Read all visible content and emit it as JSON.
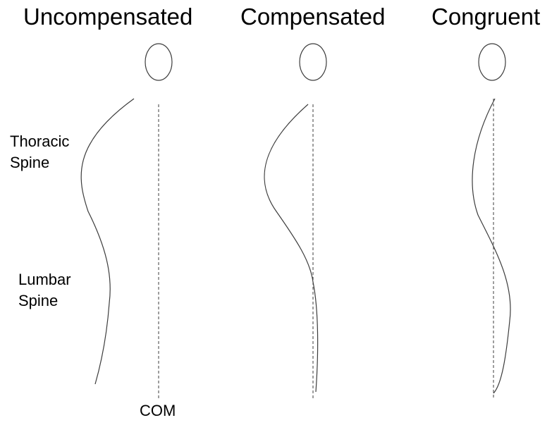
{
  "titles": {
    "uncompensated": "Uncompensated",
    "compensated": "Compensated",
    "congruent": "Congruent"
  },
  "labels": {
    "thoracic_line1": "Thoracic",
    "thoracic_line2": "Spine",
    "lumbar_line1": "Lumbar",
    "lumbar_line2": "Spine",
    "com": "COM"
  },
  "colors": {
    "stroke": "#3c3c3c",
    "text": "#000000",
    "background": "#ffffff"
  }
}
